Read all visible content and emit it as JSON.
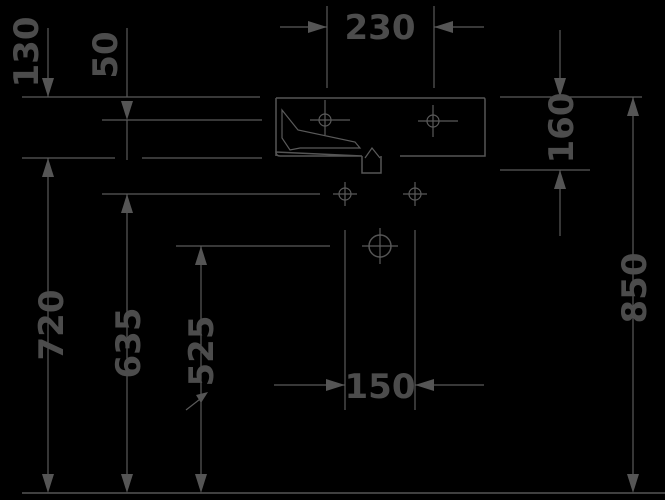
{
  "drawing": {
    "dimensions": {
      "width_top": "230",
      "d130": "130",
      "d50": "50",
      "d160": "160",
      "d720": "720",
      "d635": "635",
      "d525": "525",
      "d850": "850",
      "width_bottom": "150"
    },
    "colors": {
      "background": "#000000",
      "line": "#555555",
      "text": "#4c4c4c"
    }
  }
}
